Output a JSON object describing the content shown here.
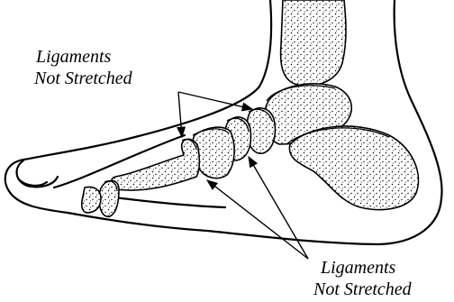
{
  "labels": {
    "top": {
      "line1": "Ligaments",
      "line2": "Not Stretched"
    },
    "bottom": {
      "line1": "Ligaments",
      "line2": "Not Stretched"
    }
  },
  "colors": {
    "ink": "#000000",
    "bone_fill": "#ffffff",
    "stipple": "#000000",
    "background": "#ffffff"
  }
}
